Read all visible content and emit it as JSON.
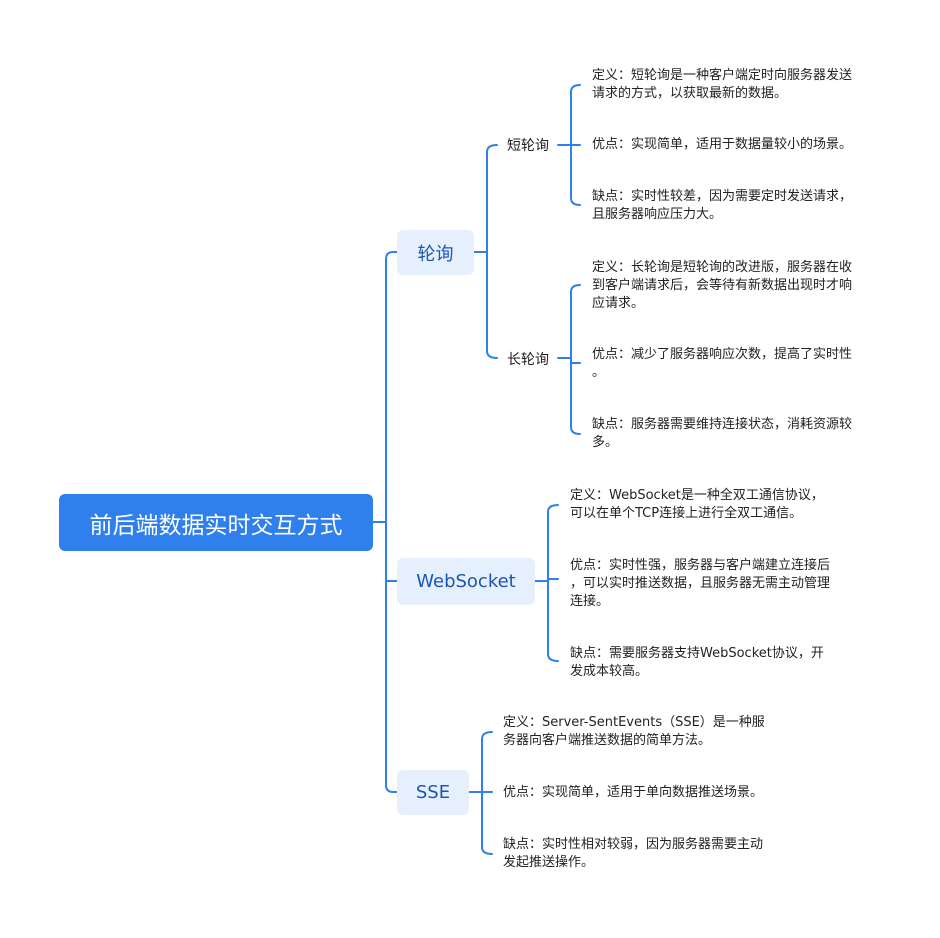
{
  "root": {
    "label": "前后端数据实时交互方式"
  },
  "polling": {
    "label": "轮询",
    "short": {
      "label": "短轮询",
      "def": "定义：短轮询是一种客户端定时向服务器发送\n请求的方式，以获取最新的数据。",
      "pro": "优点：实现简单，适用于数据量较小的场景。",
      "con": "缺点：实时性较差，因为需要定时发送请求，\n且服务器响应压力大。"
    },
    "long": {
      "label": "长轮询",
      "def": "定义：长轮询是短轮询的改进版，服务器在收\n到客户端请求后，会等待有新数据出现时才响\n应请求。",
      "pro": "优点：减少了服务器响应次数，提高了实时性\n。",
      "con": "缺点：服务器需要维持连接状态，消耗资源较\n多。"
    }
  },
  "websocket": {
    "label": "WebSocket",
    "def": "定义：WebSocket是一种全双工通信协议，\n可以在单个TCP连接上进行全双工通信。",
    "pro": "优点：实时性强，服务器与客户端建立连接后\n，可以实时推送数据，且服务器无需主动管理\n连接。",
    "con": "缺点：需要服务器支持WebSocket协议，开\n发成本较高。"
  },
  "sse": {
    "label": "SSE",
    "def": "定义：Server-SentEvents（SSE）是一种服\n务器向客户端推送数据的简单方法。",
    "pro": "优点：实现简单，适用于单向数据推送场景。",
    "con": "缺点：实时性相对较弱，因为服务器需要主动\n发起推送操作。"
  },
  "colors": {
    "line": "#2f80ed",
    "root_bg": "#2f80ed",
    "branch_bg": "#e6effc"
  }
}
